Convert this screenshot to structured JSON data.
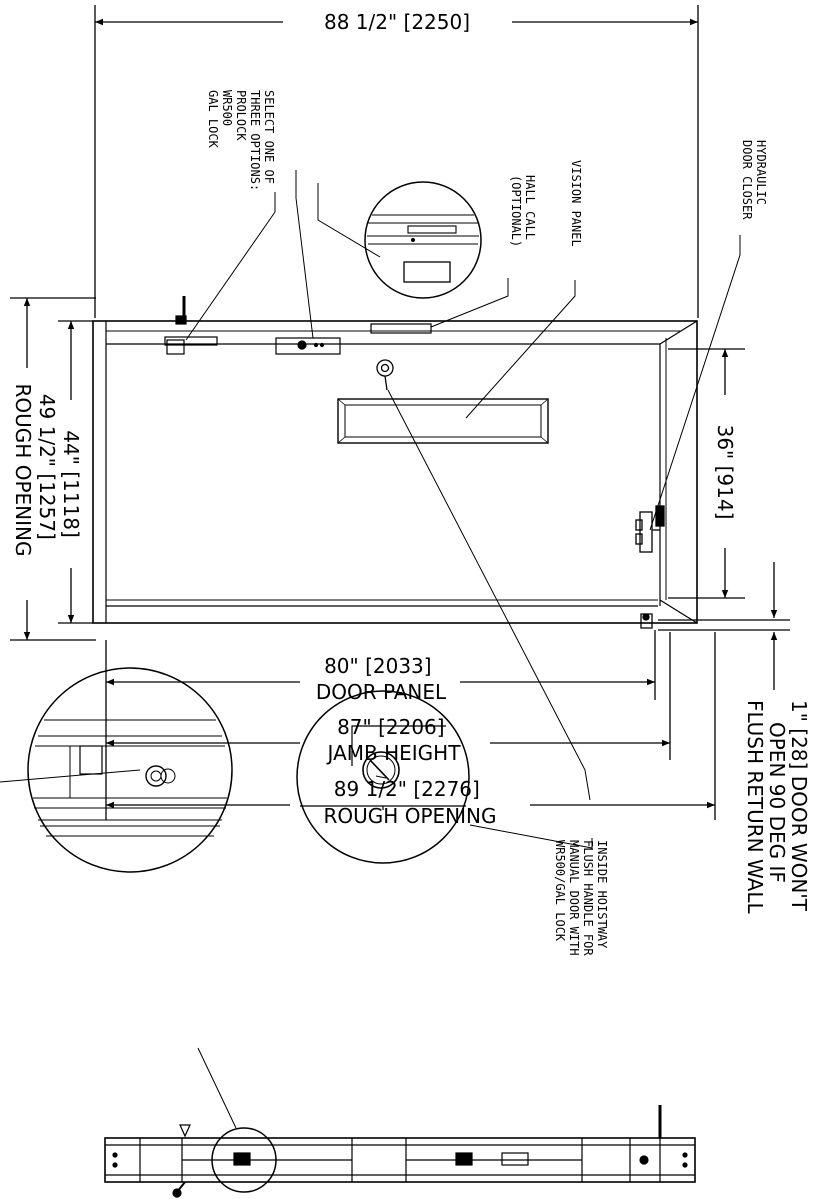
{
  "dimensions": {
    "overall_width": "88 1/2\" [2250]",
    "door_panel_value": "80\" [2033]",
    "door_panel_label": "DOOR PANEL",
    "jamb_height_value": "87\" [2206]",
    "jamb_height_label": "JAMB HEIGHT",
    "rough_height_value": "89 1/2\" [2276]",
    "rough_height_label": "ROUGH OPENING",
    "panel_width": "44\" [1118]",
    "rough_width_value": "49 1/2\" [1257]",
    "rough_width_label": "ROUGH OPENING",
    "handle_height": "36\" [914]",
    "return_wall_1": "1\" [28] DOOR WON'T",
    "return_wall_2": "OPEN 90 DEG IF",
    "return_wall_3": "FLUSH RETURN WALL"
  },
  "notes": {
    "lock_1": "SELECT ONE OF",
    "lock_2": "THREE OPTIONS:",
    "lock_3": "PROLOCK",
    "lock_4": "WR500",
    "lock_5": "GAL LOCK",
    "hall_call_1": "HALL CALL",
    "hall_call_2": "(OPTIONAL)",
    "vision_panel": "VISION PANEL",
    "closer_1": "HYDRAULIC",
    "closer_2": "DOOR CLOSER",
    "handle_1": "INSIDE HOISTWAY",
    "handle_2": "FLUSH HANDLE FOR",
    "handle_3": "MANUAL DOOR WITH",
    "handle_4": "WR500/GAL LOCK"
  }
}
